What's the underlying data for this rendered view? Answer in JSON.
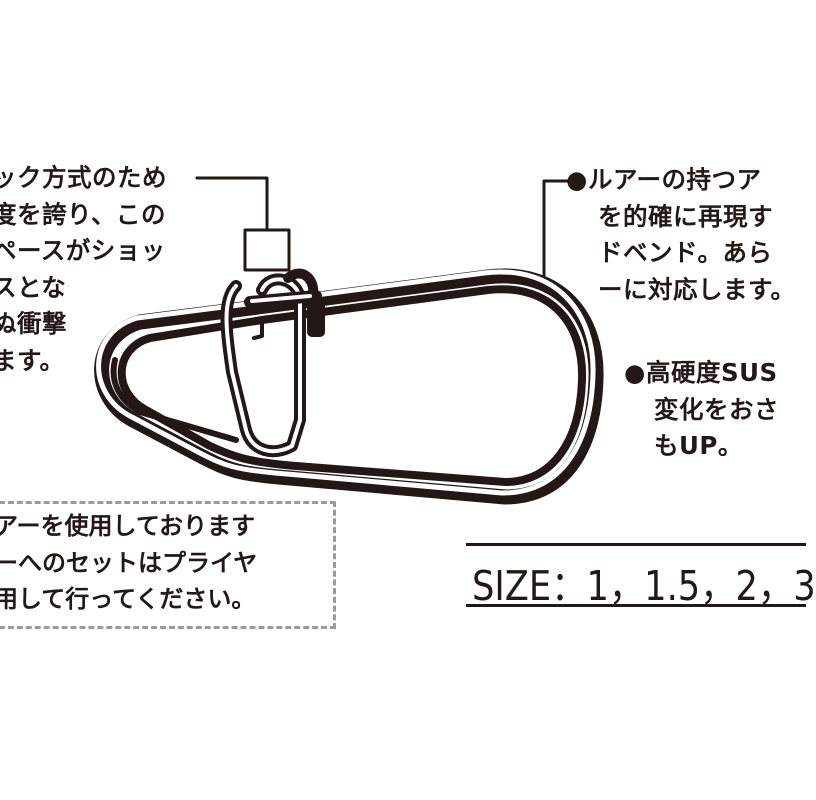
{
  "colors": {
    "ink": "#231815",
    "dash_border": "#9a9a9a",
    "background": "#ffffff"
  },
  "callouts": {
    "lock_system": {
      "lines": [
        "ック方式のため",
        "度を誇り、この",
        "ペースがショッ",
        "スとな",
        "ぬ衝撃",
        "ます。"
      ]
    },
    "action": {
      "bullet": "●",
      "lines": [
        "ルアーの持つア",
        "を的確に再現す",
        "ドベンド。あら",
        "ーに対応します。"
      ]
    },
    "hardness": {
      "bullet": "●",
      "lines": [
        "高硬度SUS",
        "変化をおさ",
        "もUP。"
      ]
    }
  },
  "notice": {
    "lines": [
      "アーを使用しております",
      "ーへのセットはプライヤ",
      "用して行ってください。"
    ]
  },
  "size": {
    "label": "SIZE：1，1.5，2，3"
  },
  "illustration": {
    "subject": "snap-clip"
  }
}
